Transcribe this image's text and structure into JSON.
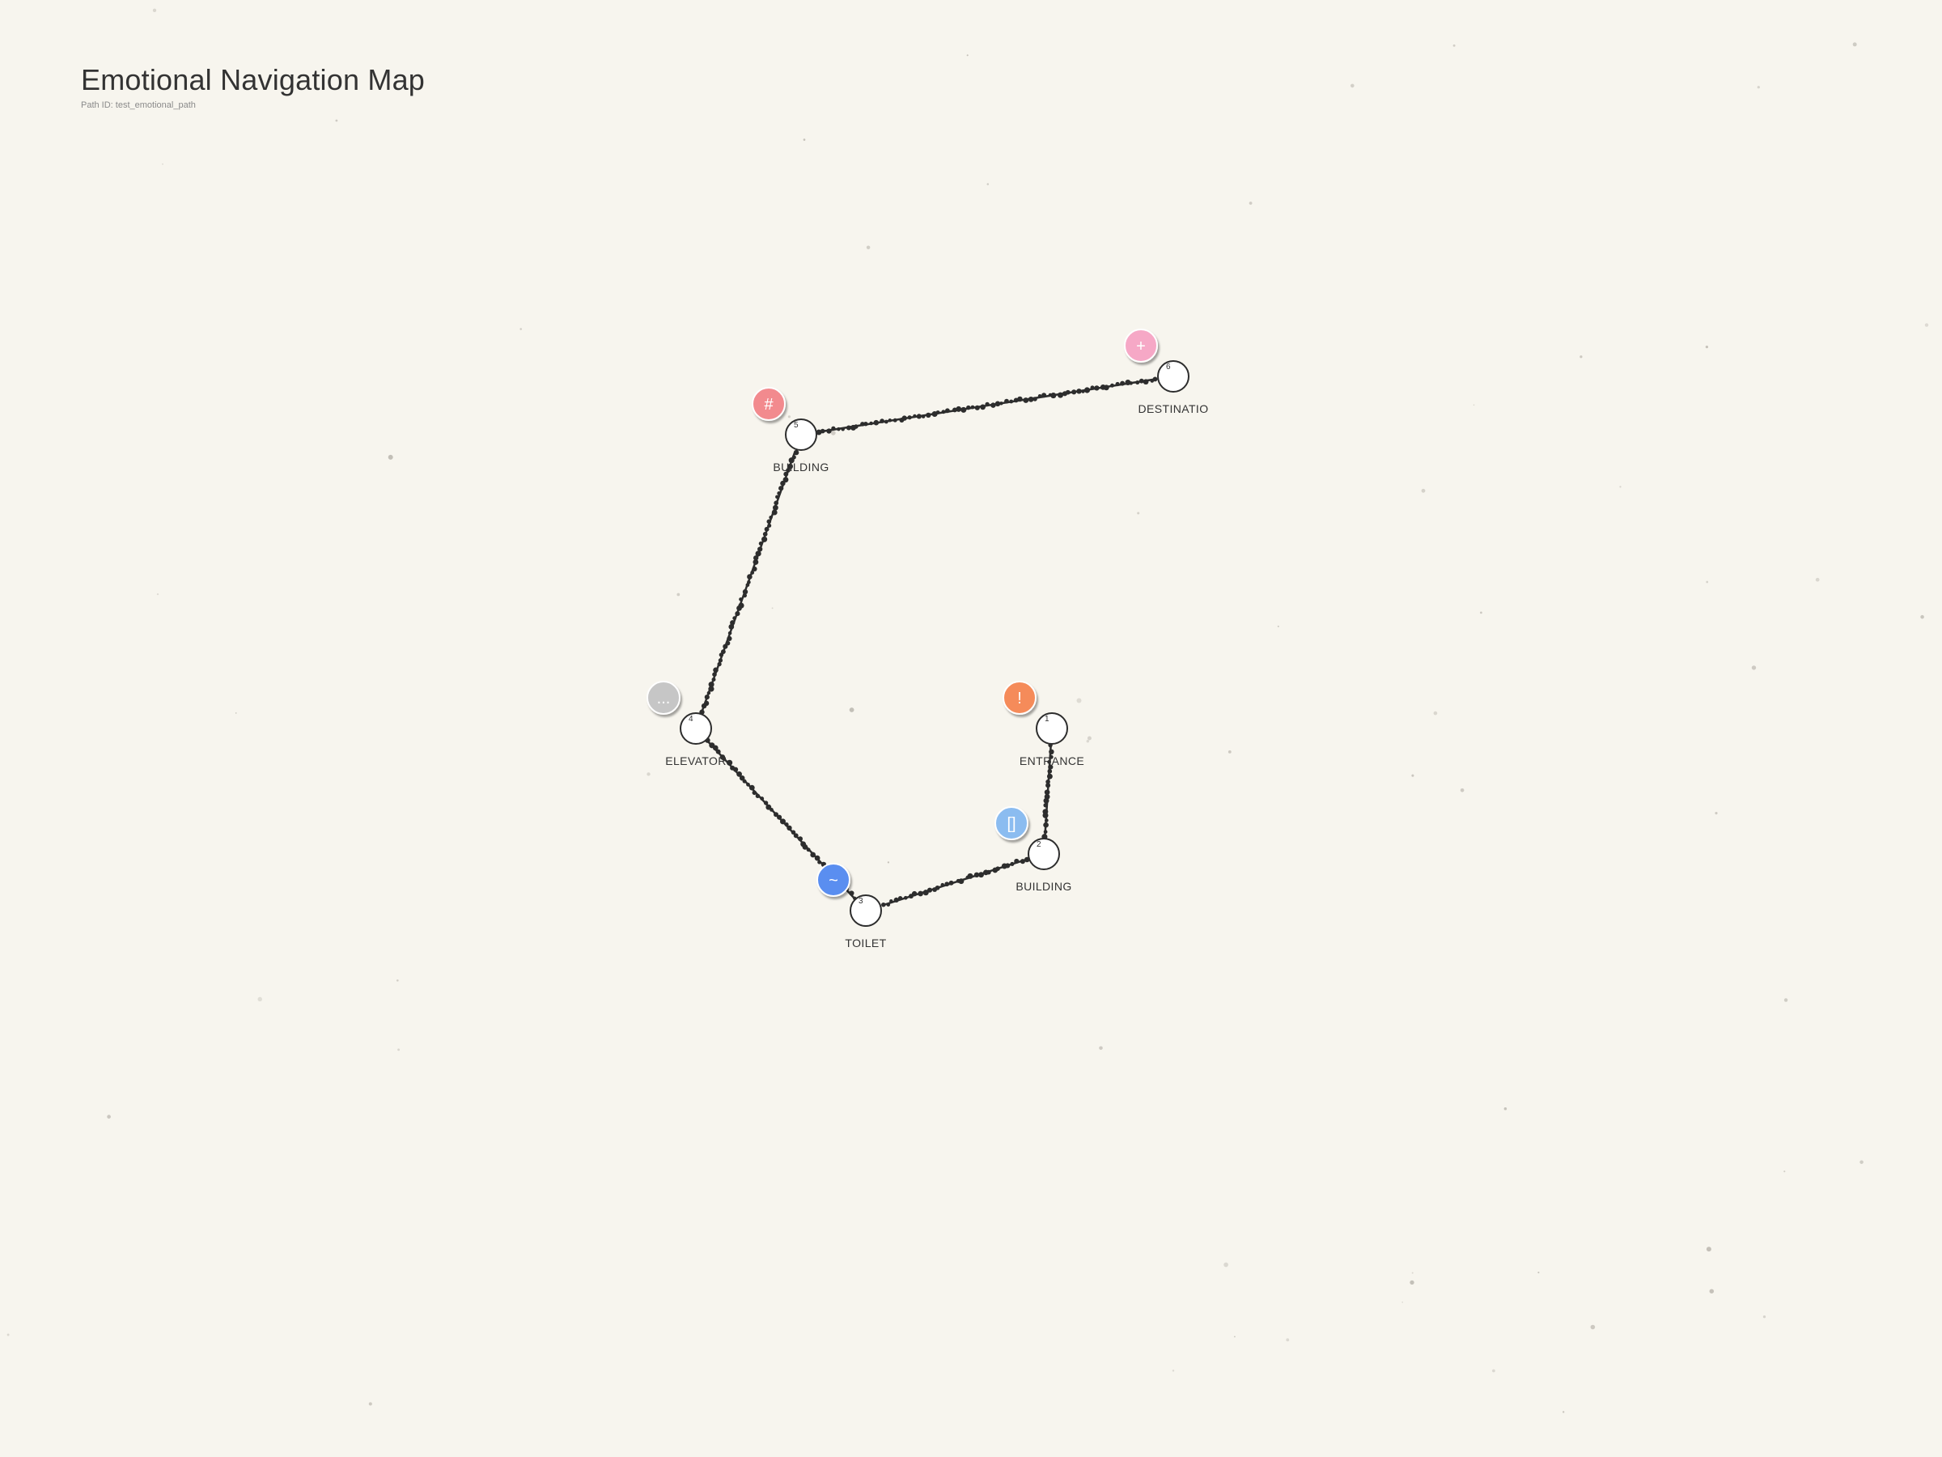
{
  "header": {
    "title": "Emotional Navigation Map",
    "subtitle": "Path ID: test_emotional_path"
  },
  "map": {
    "waypoints": [
      {
        "number": "1",
        "label": "ENTRANCE",
        "emotion_glyph": "!",
        "emotion_color": "#f58b5a"
      },
      {
        "number": "2",
        "label": "BUILDING",
        "emotion_glyph": "[]",
        "emotion_color": "#8bbcf0"
      },
      {
        "number": "3",
        "label": "TOILET",
        "emotion_glyph": "~",
        "emotion_color": "#5a8ef0"
      },
      {
        "number": "4",
        "label": "ELEVATOR",
        "emotion_glyph": "...",
        "emotion_color": "#c6c6c6"
      },
      {
        "number": "5",
        "label": "BUILDING",
        "emotion_glyph": "#",
        "emotion_color": "#f28a8e"
      },
      {
        "number": "6",
        "label": "DESTINATIO",
        "emotion_glyph": "+",
        "emotion_color": "#f6a8c6"
      }
    ],
    "path_color": "#2d2d2d",
    "background_color": "#f7f5ee"
  }
}
